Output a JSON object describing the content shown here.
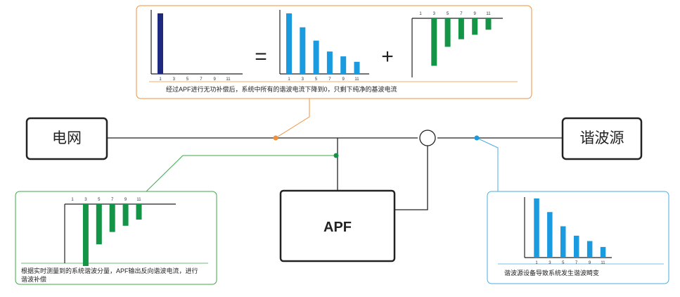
{
  "nodes": {
    "grid": "电网",
    "source": "谐波源",
    "apf": "APF"
  },
  "callouts": {
    "top": "经过APF进行无功补偿后，系统中所有的谐波电流下降到0，只剩下纯净的基波电流",
    "left": "根据实时测量到的系统谐波分量，APF输出反向谐波电流，进行谐波补偿",
    "right": "谐波源设备导致系统发生谐波畸变"
  },
  "operators": {
    "equals": "=",
    "plus": "+"
  },
  "colors": {
    "fundamental": "#1e2a80",
    "harmonic": "#1a9be0",
    "compensation": "#149447",
    "orange": "#f0903a",
    "green": "#3ca84a",
    "blue": "#4aaee0",
    "line": "#222222"
  },
  "chart_data": [
    {
      "id": "fundamental",
      "type": "bar",
      "categories": [
        "1",
        "3",
        "5",
        "7",
        "9",
        "11"
      ],
      "values": [
        1.0,
        0,
        0,
        0,
        0,
        0
      ]
    },
    {
      "id": "distorted_top",
      "type": "bar",
      "categories": [
        "1",
        "3",
        "5",
        "7",
        "9",
        "11"
      ],
      "values": [
        1.0,
        0.77,
        0.55,
        0.37,
        0.29,
        0.2
      ]
    },
    {
      "id": "compensation_top",
      "type": "bar",
      "categories": [
        "1",
        "3",
        "5",
        "7",
        "9",
        "11"
      ],
      "values": [
        0,
        -0.75,
        -0.45,
        -0.33,
        -0.26,
        -0.18
      ]
    },
    {
      "id": "compensation_left",
      "type": "bar",
      "categories": [
        "1",
        "3",
        "5",
        "7",
        "9",
        "11"
      ],
      "values": [
        0,
        -1.0,
        -0.65,
        -0.45,
        -0.35,
        -0.25
      ]
    },
    {
      "id": "distorted_right",
      "type": "bar",
      "categories": [
        "1",
        "3",
        "5",
        "7",
        "9",
        "11"
      ],
      "values": [
        1.0,
        0.77,
        0.53,
        0.37,
        0.28,
        0.18
      ]
    }
  ]
}
